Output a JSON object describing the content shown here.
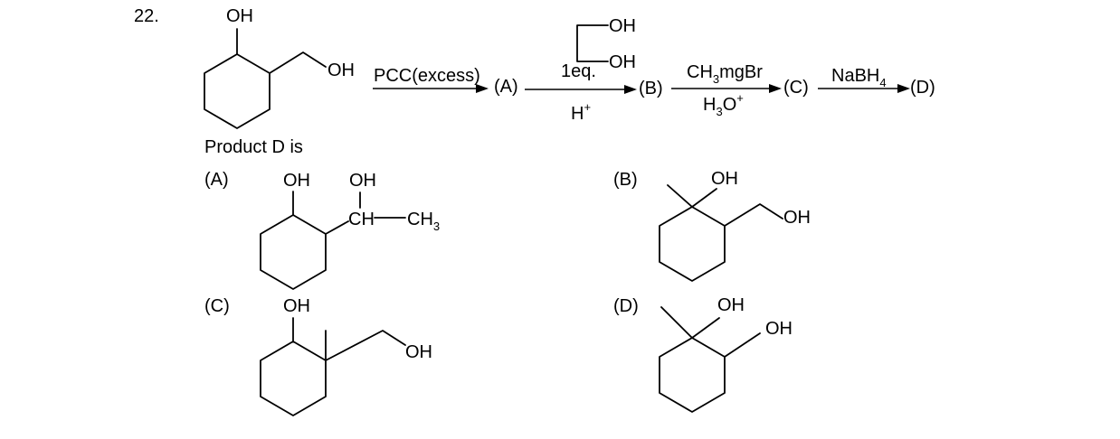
{
  "question": {
    "number": "22.",
    "prompt": "Product D is"
  },
  "scheme": {
    "start_oh_top": "OH",
    "start_oh_chain": "OH",
    "reagent_1": "PCC(excess)",
    "intermediate_a": "(A)",
    "reagent_2_top_oh": "OH",
    "reagent_2_bottom_oh": "OH",
    "reagent_2_eq": "1eq.",
    "reagent_2_cond": "H",
    "reagent_2_cond_sup": "+",
    "intermediate_b": "(B)",
    "reagent_3_ch": "CH",
    "reagent_3_sub": "3",
    "reagent_3_rest": "mgBr",
    "reagent_3_h": "H",
    "reagent_3_h_sub": "3",
    "reagent_3_o": "O",
    "reagent_3_o_sup": "+",
    "intermediate_c": "(C)",
    "reagent_4": "NaBH",
    "reagent_4_sub": "4",
    "product_d": "(D)"
  },
  "options": {
    "a": {
      "label": "(A)",
      "oh_ring": "OH",
      "oh_chain": "OH",
      "ch": "CH",
      "ch3": "CH",
      "ch3_sub": "3"
    },
    "b": {
      "label": "(B)",
      "oh_ring": "OH",
      "oh_chain": "OH"
    },
    "c": {
      "label": "(C)",
      "oh_ring": "OH",
      "oh_chain": "OH"
    },
    "d": {
      "label": "(D)",
      "oh_1": "OH",
      "oh_2": "OH"
    }
  }
}
